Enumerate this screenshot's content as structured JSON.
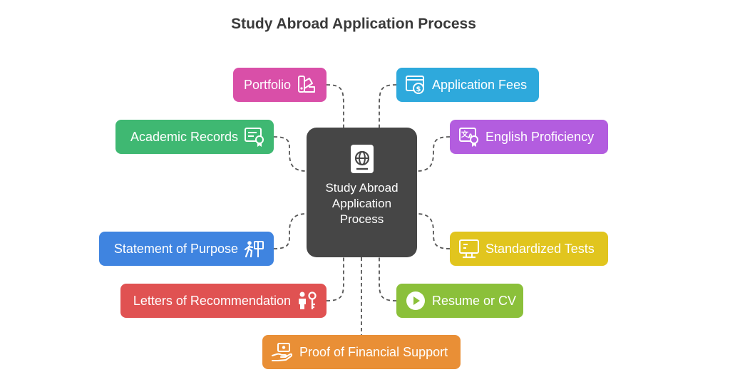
{
  "title": "Study Abroad Application Process",
  "center": {
    "label": "Study Abroad Application Process",
    "icon": "passport-icon",
    "color": "#464646"
  },
  "nodes": [
    {
      "id": "portfolio",
      "label": "Portfolio",
      "icon": "swatch-book-icon",
      "color": "#d94fa8"
    },
    {
      "id": "academic-records",
      "label": "Academic Records",
      "icon": "certificate-icon",
      "color": "#3fb872"
    },
    {
      "id": "statement-of-purpose",
      "label": "Statement of Purpose",
      "icon": "person-walking-signpost-icon",
      "color": "#3f84e0"
    },
    {
      "id": "letters-of-recommendation",
      "label": "Letters of Recommendation",
      "icon": "person-key-icon",
      "color": "#e05252"
    },
    {
      "id": "application-fees",
      "label": "Application Fees",
      "icon": "browser-money-icon",
      "color": "#2ea9dc"
    },
    {
      "id": "english-proficiency",
      "label": "English Proficiency",
      "icon": "translate-certificate-icon",
      "color": "#b35ddf"
    },
    {
      "id": "standardized-tests",
      "label": "Standardized Tests",
      "icon": "computer-test-icon",
      "color": "#e1c51e"
    },
    {
      "id": "resume-or-cv",
      "label": "Resume or CV",
      "icon": "play-circle-icon",
      "color": "#8bc03a"
    },
    {
      "id": "proof-of-financial-support",
      "label": "Proof of Financial Support",
      "icon": "hand-money-icon",
      "color": "#e98f36"
    }
  ]
}
